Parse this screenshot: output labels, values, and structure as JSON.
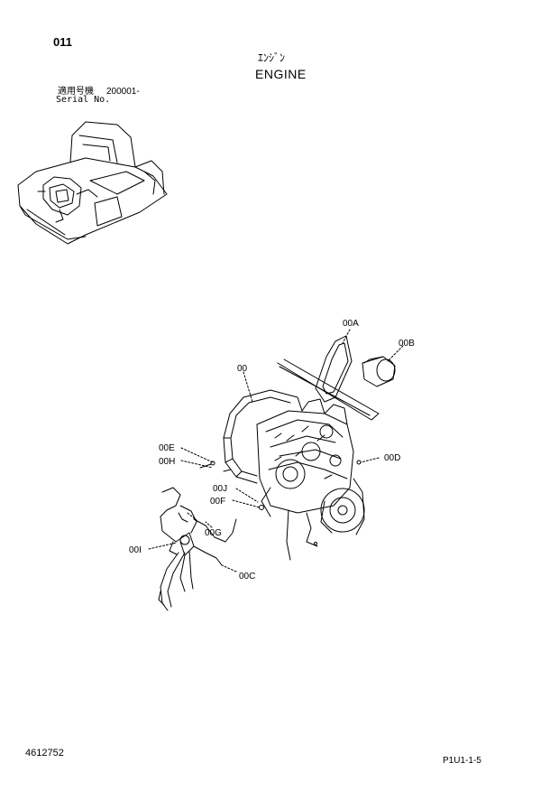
{
  "header": {
    "page_number": "011",
    "title_jp": "ｴﾝｼﾞﾝ",
    "title_en": "ENGINE",
    "serial_label_jp": "適用号機",
    "serial_label_en": "Serial No.",
    "serial_value": "200001-"
  },
  "callouts": [
    {
      "id": "00A",
      "label": "00A"
    },
    {
      "id": "00B",
      "label": "00B"
    },
    {
      "id": "00",
      "label": "00"
    },
    {
      "id": "00E",
      "label": "00E"
    },
    {
      "id": "00H",
      "label": "00H"
    },
    {
      "id": "00D",
      "label": "00D"
    },
    {
      "id": "00J",
      "label": "00J"
    },
    {
      "id": "00F",
      "label": "00F"
    },
    {
      "id": "00G",
      "label": "00G"
    },
    {
      "id": "00I",
      "label": "00I"
    },
    {
      "id": "00C",
      "label": "00C"
    }
  ],
  "footer": {
    "doc_number": "4612752",
    "page_code": "P1U1-1-5"
  }
}
